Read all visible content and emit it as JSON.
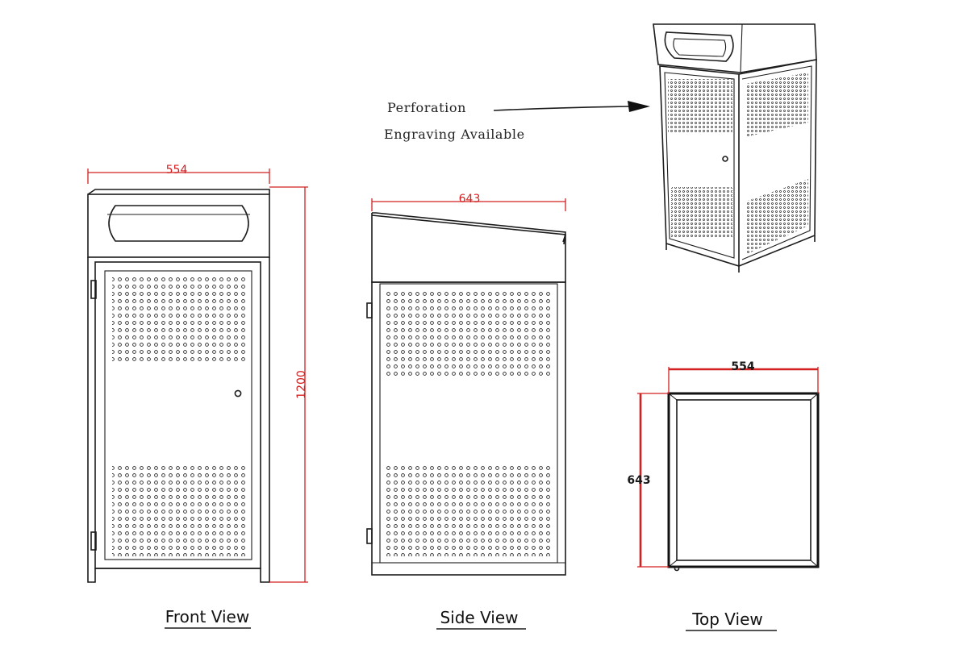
{
  "annotations": {
    "perforation": "Perforation",
    "engraving": "Engraving Available"
  },
  "front_view": {
    "label": "Front View",
    "width_dim": "554",
    "height_dim": "1200"
  },
  "side_view": {
    "label": "Side View",
    "depth_dim": "643"
  },
  "top_view": {
    "label": "Top View",
    "width_dim": "554",
    "depth_dim": "643"
  },
  "colors": {
    "dimension_lines": "#d42020",
    "linework": "#1c1c1c"
  }
}
